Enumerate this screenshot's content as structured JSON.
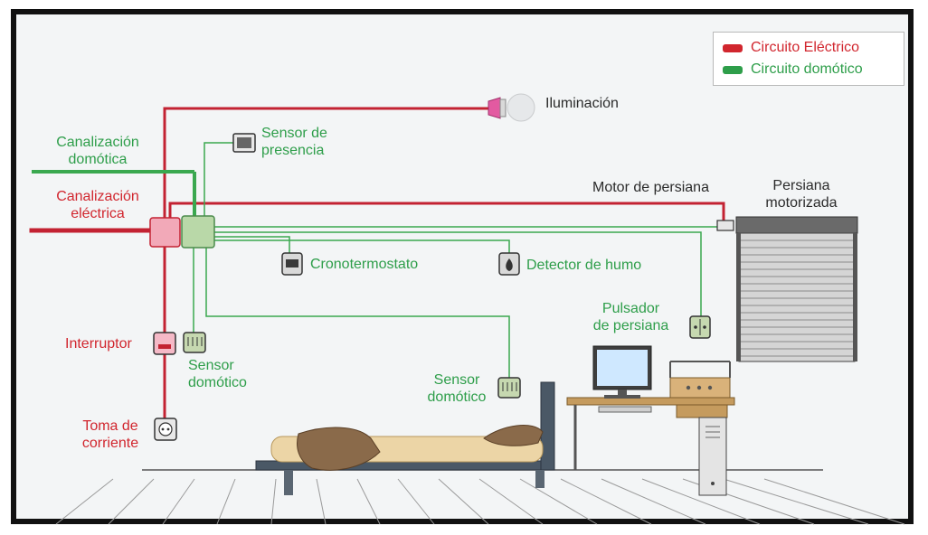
{
  "colors": {
    "electric": "#d1262e",
    "domotic": "#2e9e4a",
    "background": "#f3f5f6",
    "border": "#111111"
  },
  "legend": {
    "electric": "Circuito Eléctrico",
    "domotic": "Circuito domótico"
  },
  "labels": {
    "lighting": "Iluminación",
    "presence_sensor": "Sensor de\npresencia",
    "domotic_conduit": "Canalización\ndomótica",
    "electric_conduit": "Canalización\neléctrica",
    "blind_motor": "Motor de persiana",
    "motorized_blind": "Persiana\nmotorizada",
    "chronothermostat": "Cronotermostato",
    "smoke_detector": "Detector de humo",
    "blind_pushbutton": "Pulsador\nde persiana",
    "switch": "Interruptor",
    "domotic_sensor_left": "Sensor\ndomótico",
    "domotic_sensor_right": "Sensor\ndomótico",
    "outlet": "Toma de\ncorriente"
  }
}
